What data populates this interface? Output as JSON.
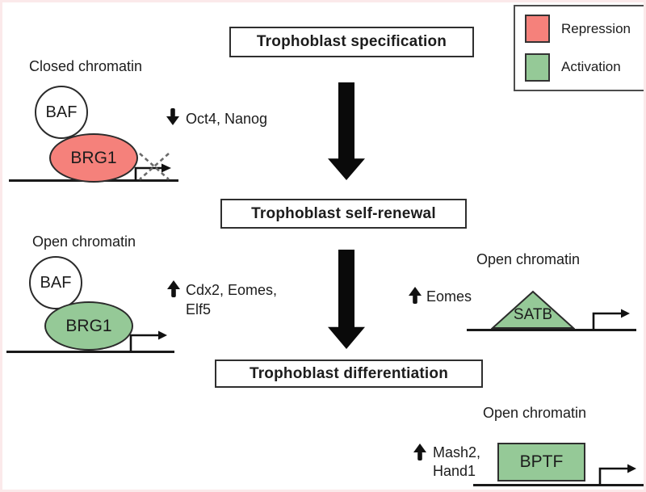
{
  "colors": {
    "repression": "#F5817B",
    "activation": "#95C997",
    "line": "#1a1a1a"
  },
  "stages": {
    "specification": "Trophoblast specification",
    "self_renewal": "Trophoblast self-renewal",
    "differentiation": "Trophoblast differentiation"
  },
  "legend": {
    "items": [
      {
        "label": "Repression"
      },
      {
        "label": "Activation"
      }
    ]
  },
  "groups": {
    "closed": {
      "label": "Closed chromatin",
      "subunit": "BAF",
      "enzyme": "BRG1",
      "genes": "Oct4, Nanog"
    },
    "open_left": {
      "label": "Open chromatin",
      "subunit": "BAF",
      "enzyme": "BRG1",
      "genes_line1": "Cdx2, Eomes,",
      "genes_line2": "Elf5"
    },
    "open_satb": {
      "label": "Open chromatin",
      "factor": "SATB",
      "genes": "Eomes"
    },
    "open_bptf": {
      "label": "Open chromatin",
      "factor": "BPTF",
      "genes_line1": "Mash2,",
      "genes_line2": "Hand1"
    }
  }
}
